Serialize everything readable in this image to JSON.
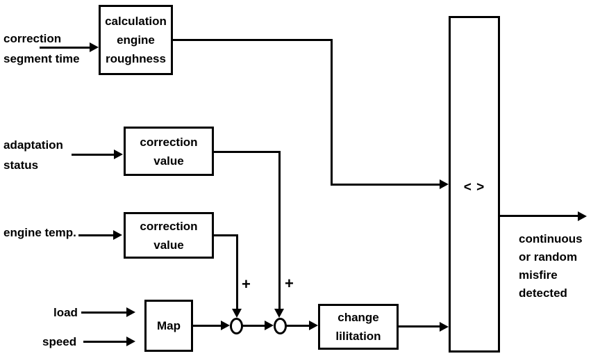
{
  "labels": {
    "segment_time_line1": "correction",
    "segment_time_line2": "segment time",
    "adaptation_line1": "adaptation",
    "adaptation_line2": "status",
    "engine_temp": "engine temp.",
    "load": "load",
    "speed": "speed",
    "result_line1": "continuous",
    "result_line2": "or random",
    "result_line3": "misfire",
    "result_line4": "detected"
  },
  "blocks": {
    "calculation_line1": "calculation",
    "calculation_line2": "engine",
    "calculation_line3": "roughness",
    "correction_value_top_line1": "correction",
    "correction_value_top_line2": "value",
    "correction_value_bottom_line1": "correction",
    "correction_value_bottom_line2": "value",
    "map": "Map",
    "change_limitation_line1": "change",
    "change_limitation_line2": "lilitation",
    "comparator": "< >"
  },
  "operators": {
    "plus_left": "+",
    "plus_right": "+"
  },
  "colors": {
    "line": "#000000",
    "background": "#ffffff"
  }
}
